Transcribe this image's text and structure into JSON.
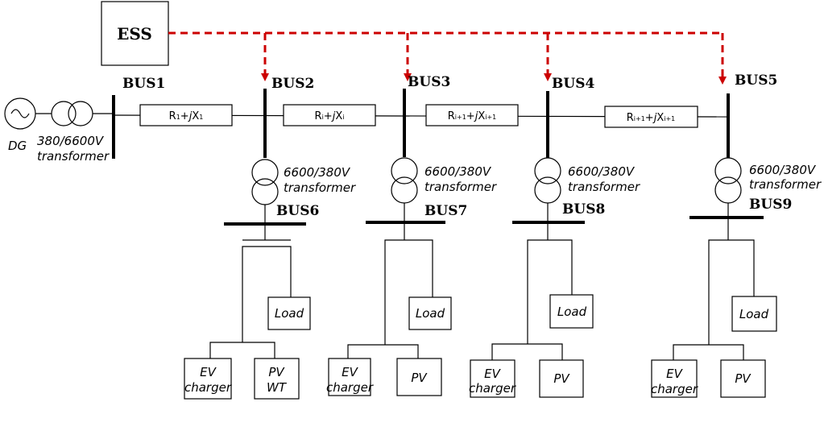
{
  "ess": {
    "label": "ESS"
  },
  "source": {
    "dg_label": "DG",
    "transformer_line1": "380/6600V",
    "transformer_line2": "transformer"
  },
  "buses": [
    "BUS1",
    "BUS2",
    "BUS3",
    "BUS4",
    "BUS5",
    "BUS6",
    "BUS7",
    "BUS8",
    "BUS9"
  ],
  "impedances": [
    {
      "r": "R",
      "r_sub": "1",
      "op": "+",
      "j": "j",
      "x": "X",
      "x_sub": "1"
    },
    {
      "r": "R",
      "r_sub": "i",
      "op": "+",
      "j": "j",
      "x": "X",
      "x_sub": "i"
    },
    {
      "r": "R",
      "r_sub": "i+1",
      "op": "+",
      "j": "j",
      "x": "X",
      "x_sub": "i+1"
    },
    {
      "r": "R",
      "r_sub": "i+1",
      "op": "+",
      "j": "j",
      "x": "X",
      "x_sub": "i+1"
    }
  ],
  "feeders": [
    {
      "transformer_line1": "6600/380V",
      "transformer_line2": "transformer",
      "load": "Load",
      "ev_line1": "EV",
      "ev_line2": "charger",
      "gen_line1": "PV",
      "gen_line2": "WT"
    },
    {
      "transformer_line1": "6600/380V",
      "transformer_line2": "transformer",
      "load": "Load",
      "ev_line1": "EV",
      "ev_line2": "charger",
      "gen_line1": "PV",
      "gen_line2": ""
    },
    {
      "transformer_line1": "6600/380V",
      "transformer_line2": "transformer",
      "load": "Load",
      "ev_line1": "EV",
      "ev_line2": "charger",
      "gen_line1": "PV",
      "gen_line2": ""
    },
    {
      "transformer_line1": "6600/380V",
      "transformer_line2": "transformer",
      "load": "Load",
      "ev_line1": "EV",
      "ev_line2": "charger",
      "gen_line1": "PV",
      "gen_line2": ""
    }
  ],
  "colors": {
    "line": "#000000",
    "ess_link": "#cc0000"
  }
}
